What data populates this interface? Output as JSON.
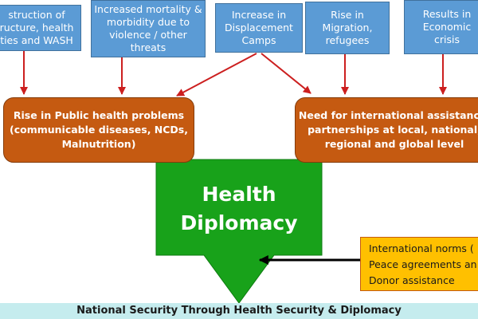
{
  "top_boxes": [
    {
      "lines": [
        "struction of",
        "ructure, health",
        "ties and WASH"
      ]
    },
    {
      "lines": [
        "Increased mortality &",
        "morbidity due to",
        "violence / other",
        "threats"
      ]
    },
    {
      "lines": [
        "Increase in",
        "Displacement",
        "Camps"
      ]
    },
    {
      "lines": [
        "Rise in",
        "Migration,",
        "refugees"
      ]
    },
    {
      "lines": [
        "Results in",
        "Economic",
        "crisis"
      ]
    }
  ],
  "mid_left": {
    "lines": [
      "Rise in Public health problems",
      "(communicable diseases, NCDs,",
      "Malnutrition)"
    ]
  },
  "mid_right": {
    "lines": [
      "Need for international assistance,",
      "partnerships at local, national,",
      "regional and global level"
    ]
  },
  "center": {
    "line1": "Health",
    "line2": "Diplomacy"
  },
  "side_box": {
    "lines": [
      "International norms (",
      "Peace agreements an",
      "Donor assistance"
    ]
  },
  "footer": {
    "text": "National Security Through Health Security & Diplomacy"
  },
  "colors": {
    "top_box_fill": "#5b9bd5",
    "mid_box_fill": "#c55a11",
    "center_arrow_fill": "#18a21a",
    "side_box_fill": "#ffc000",
    "connector_red": "#cc1f1f",
    "footer_fill": "#c5ecee"
  }
}
